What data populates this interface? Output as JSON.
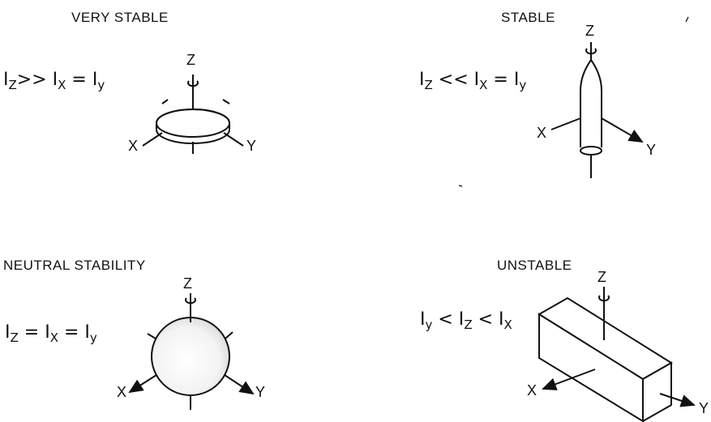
{
  "panels": {
    "very_stable": {
      "title": "VERY STABLE",
      "formula": [
        {
          "t": "I"
        },
        {
          "s": "Z"
        },
        {
          "t": ">> I"
        },
        {
          "s": "X"
        },
        {
          "t": " = I"
        },
        {
          "s": "y"
        }
      ],
      "axes": {
        "z": "Z",
        "x": "X",
        "y": "Y"
      }
    },
    "stable": {
      "title": "STABLE",
      "formula": [
        {
          "t": "I"
        },
        {
          "s": "Z"
        },
        {
          "t": " << I"
        },
        {
          "s": "X"
        },
        {
          "t": " = I"
        },
        {
          "s": "y"
        }
      ],
      "axes": {
        "z": "Z",
        "x": "X",
        "y": "Y"
      }
    },
    "neutral": {
      "title": "NEUTRAL  STABILITY",
      "formula": [
        {
          "t": "I"
        },
        {
          "s": "Z"
        },
        {
          "t": " = I"
        },
        {
          "s": "X"
        },
        {
          "t": " = I"
        },
        {
          "s": "y"
        }
      ],
      "axes": {
        "z": "Z",
        "x": "X",
        "y": "Y"
      }
    },
    "unstable": {
      "title": "UNSTABLE",
      "formula": [
        {
          "t": "I"
        },
        {
          "s": "y"
        },
        {
          "t": " < I"
        },
        {
          "s": "Z"
        },
        {
          "t": " < I"
        },
        {
          "s": "X"
        }
      ],
      "axes": {
        "z": "Z",
        "x": "X",
        "y": "Y"
      }
    }
  }
}
